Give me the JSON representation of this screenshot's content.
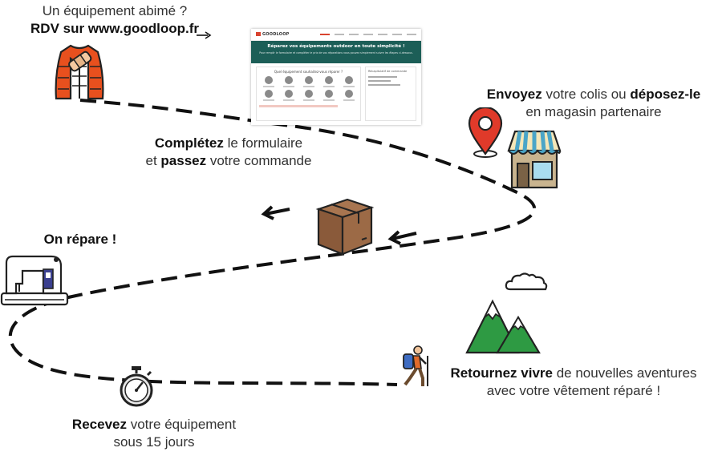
{
  "steps": {
    "step1": {
      "line1": "Un équipement abimé ?",
      "line2": "RDV sur www.goodloop.fr"
    },
    "step2": {
      "b1": "Complétez",
      "t1": " le formulaire",
      "t2": "et ",
      "b2": "passez",
      "t3": " votre commande"
    },
    "step3": {
      "b1": "Envoyez",
      "t1": " votre colis ou ",
      "b2": "déposez-le",
      "t2": "en magasin partenaire"
    },
    "step4": {
      "b1": "On répare !"
    },
    "step5": {
      "b1": "Recevez",
      "t1": " votre équipement",
      "t2": "sous 15 jours"
    },
    "step6": {
      "b1": "Retournez vivre",
      "t1": " de nouvelles aventures",
      "t2": "avec votre vêtement réparé !"
    }
  },
  "screenshot": {
    "logo": "GOODLOOP",
    "banner_title": "Réparez vos équipements outdoor en toute simplicité !",
    "banner_sub": "Pour remplir le formulaire et compléter le prix de vos réparations vous pouvez simplement suivre les étapes ci-dessous.",
    "question": "Quel équipement souhaitez-vous réparer ?",
    "side_title": "Récapitulatif de commande"
  },
  "colors": {
    "path": "#111111",
    "jacket": "#e8501e",
    "pin": "#e03a2a",
    "mountain": "#2e9a43",
    "box": "#8a5a3a",
    "banner": "#1c5e57"
  },
  "icons": [
    "damaged-jacket-icon",
    "location-pin-icon",
    "shop-icon",
    "parcel-box-icon",
    "sewing-machine-icon",
    "stopwatch-icon",
    "hiker-icon",
    "mountain-icon",
    "cloud-icon",
    "arrow-icon"
  ]
}
